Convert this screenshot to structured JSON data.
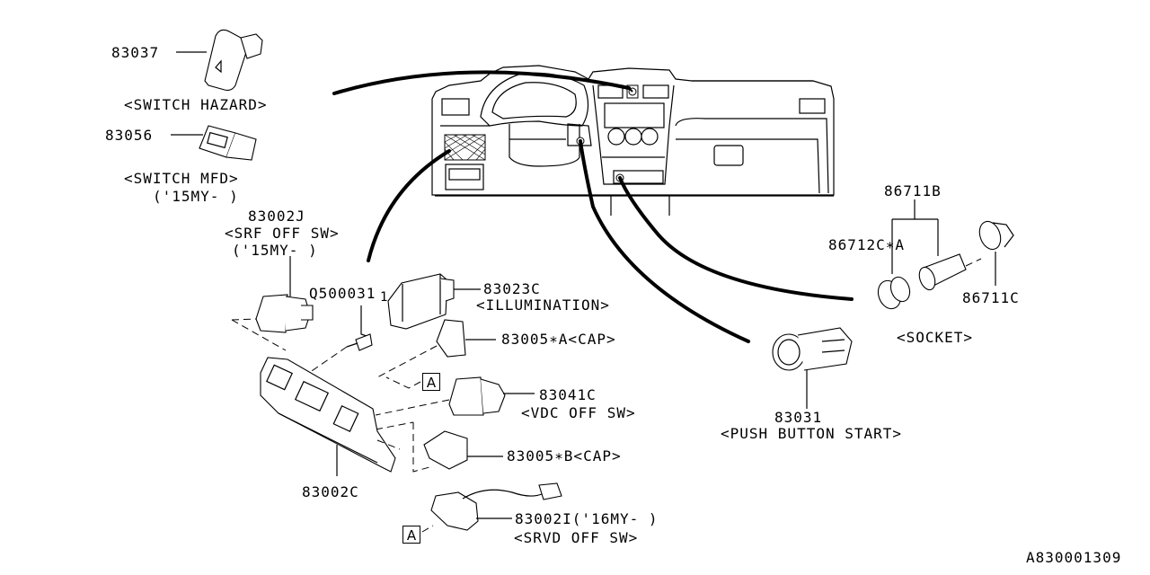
{
  "diagram": {
    "type": "exploded-parts-diagram",
    "figure_id": "A830001309",
    "parts": {
      "hazard": {
        "number": "83037",
        "desc": "<SWITCH HAZARD>"
      },
      "mfd": {
        "number": "83056",
        "desc": "<SWITCH MFD>",
        "note": "('15MY- )"
      },
      "srf": {
        "number": "83002J",
        "desc": "<SRF OFF SW>",
        "note": "('15MY- )"
      },
      "screw": {
        "number": "Q500031"
      },
      "illumination": {
        "number": "83023C",
        "desc": "<ILLUMINATION>"
      },
      "cap_a": {
        "number": "83005∗A<CAP>"
      },
      "vdc": {
        "number": "83041C",
        "desc": "<VDC OFF SW>"
      },
      "cap_b": {
        "number": "83005∗B<CAP>"
      },
      "panel": {
        "number": "83002C"
      },
      "srvd": {
        "number": "83002I('16MY- )",
        "desc": "<SRVD OFF SW>"
      },
      "socket_assy": {
        "number": "86711B"
      },
      "socket_cap": {
        "number": "86712C∗A"
      },
      "socket_ring": {
        "number": "86711C"
      },
      "socket_group": {
        "desc": "<SOCKET>"
      },
      "push_start": {
        "number": "83031",
        "desc": "<PUSH BUTTON START>"
      }
    },
    "reference_marks": {
      "a1": "A",
      "a2": "A"
    },
    "illumination_index": "1"
  }
}
